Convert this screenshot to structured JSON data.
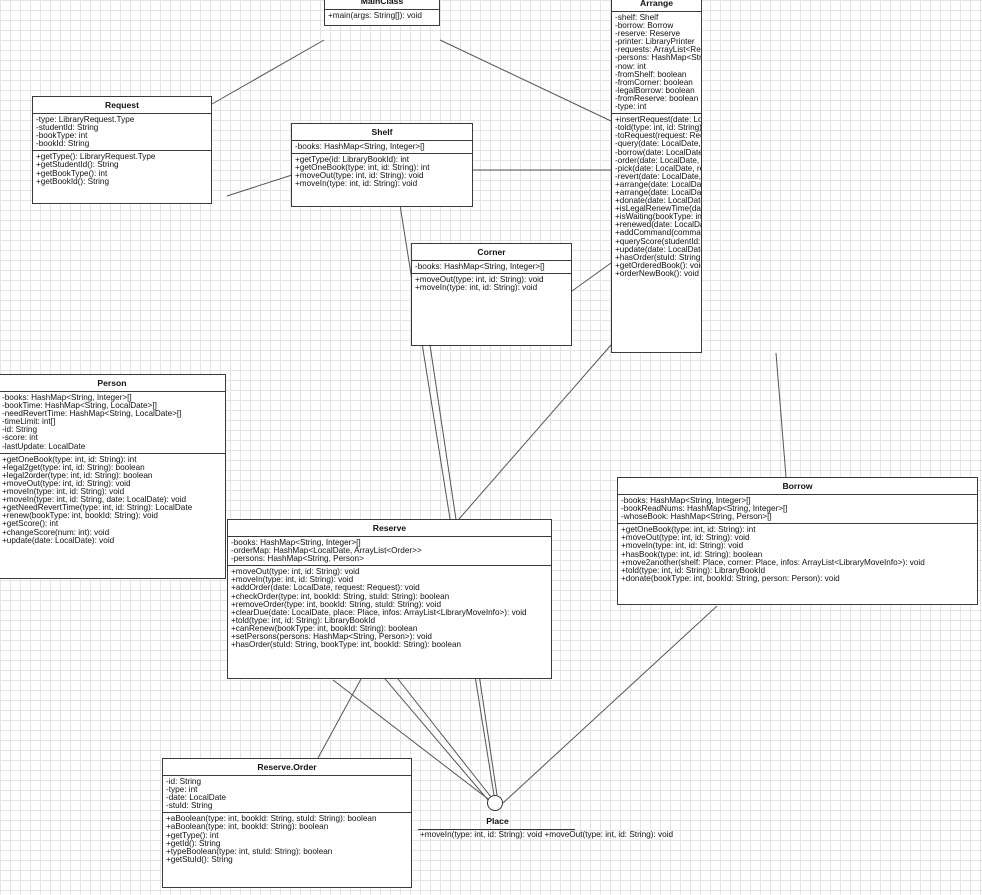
{
  "classes": [
    {
      "id": "mainclass",
      "title": "MainClass",
      "attributes": [],
      "methods": [
        "+main(args: String[]): void"
      ]
    },
    {
      "id": "arrange",
      "title": "Arrange",
      "attributes": [
        "-shelf: Shelf",
        "-borrow: Borrow",
        "-reserve: Reserve",
        "-printer: LibraryPrinter",
        "-requests: ArrayList<Request>",
        "-persons: HashMap<String, Person>",
        "-now: int",
        "-fromShelf: boolean",
        "-fromCorner: boolean",
        "-legalBorrow: boolean",
        "-fromReserve: boolean",
        "-type: int"
      ],
      "methods": [
        "+insertRequest(date: LocalDate, request: Request): void",
        "-told(type: int, id: String): LibraryBookId",
        "-toRequest(request: Request): LibraryRequest",
        "-query(date: LocalDate, request: Request): void",
        "-borrow(date: LocalDate, request: Request): void",
        "-order(date: LocalDate, request: Request): void",
        "-pick(date: LocalDate, request: Request): void",
        "-revert(date: LocalDate, request: Request): void",
        "+arrange(date: LocalDate): void",
        "+arrange(date: LocalDate, type: int): void",
        "+donate(date: LocalDate, request: Request): void",
        "+isLegalRenewTime(date: LocalDate, request: Request): boolean",
        "+isWaiting(bookType: int, bookId: String): boolean",
        "+renewed(date: LocalDate, request: Request): void",
        "+addCommand(command: LibraryCommand): void",
        "+queryScore(studentId: String, command: LibraryCommand): void",
        "+update(date: LocalDate): void",
        "+hasOrder(stuId: String, bookType: int, bookId: String): boolean",
        "+getOrderedBook(): void",
        "+orderNewBook(): void"
      ]
    },
    {
      "id": "request",
      "title": "Request",
      "attributes": [
        "-type: LibraryRequest.Type",
        "-studentId: String",
        "-bookType: int",
        "-bookId: String"
      ],
      "methods": [
        "+getType(): LibraryRequest.Type",
        "+getStudentId(): String",
        "+getBookType(): int",
        "+getBookId(): String"
      ]
    },
    {
      "id": "shelf",
      "title": "Shelf",
      "attributes": [
        "-books: HashMap<String, Integer>[]"
      ],
      "methods": [
        "+getType(id: LibraryBookId): int",
        "+getOneBook(type: int, id: String): int",
        "+moveOut(type: int, id: String): void",
        "+moveIn(type: int, id: String): void"
      ]
    },
    {
      "id": "corner",
      "title": "Corner",
      "attributes": [
        "-books: HashMap<String, Integer>[]"
      ],
      "methods": [
        "+moveOut(type: int, id: String): void",
        "+moveIn(type: int, id: String): void"
      ]
    },
    {
      "id": "person",
      "title": "Person",
      "attributes": [
        "-books: HashMap<String, Integer>[]",
        "-bookTime: HashMap<String, LocalDate>[]",
        "-needRevertTime: HashMap<String, LocalDate>[]",
        "-timeLimit: int[]",
        "-id: String",
        "-score: int",
        "-lastUpdate: LocalDate"
      ],
      "methods": [
        "+getOneBook(type: int, id: String): int",
        "+legal2get(type: int, id: String): boolean",
        "+legal2order(type: int, id: String): boolean",
        "+moveOut(type: int, id: String): void",
        "+moveIn(type: int, id: String): void",
        "+moveIn(type: int, id: String, date: LocalDate): void",
        "+getNeedRevertTime(type: int, id: String): LocalDate",
        "+renew(bookType: int, bookId: String): void",
        "+getScore(): int",
        "+changeScore(num: int): void",
        "+update(date: LocalDate): void"
      ]
    },
    {
      "id": "borrow",
      "title": "Borrow",
      "attributes": [
        "-books: HashMap<String, Integer>[]",
        "-bookReadNums: HashMap<String, Integer>[]",
        "-whoseBook: HashMap<String, Person>[]"
      ],
      "methods": [
        "+getOneBook(type: int, id: String): int",
        "+moveOut(type: int, id: String): void",
        "+moveIn(type: int, id: String): void",
        "+hasBook(type: int, id: String): boolean",
        "+move2another(shelf: Place, corner: Place, infos: ArrayList<LibraryMoveInfo>): void",
        "+told(type: int, id: String): LibraryBookId",
        "+donate(bookType: int, bookId: String, person: Person): void"
      ]
    },
    {
      "id": "reserve",
      "title": "Reserve",
      "attributes": [
        "-books: HashMap<String, Integer>[]",
        "-orderMap: HashMap<LocalDate, ArrayList<Order>>",
        "-persons: HashMap<String, Person>"
      ],
      "methods": [
        "+moveOut(type: int, id: String): void",
        "+moveIn(type: int, id: String): void",
        "+addOrder(date: LocalDate, request: Request): void",
        "+checkOrder(type: int, bookId: String, stuId: String): boolean",
        "+removeOrder(type: int, bookId: String, stuId: String): void",
        "+clearDue(date: LocalDate, place: Place, infos: ArrayList<LibraryMoveInfo>): void",
        "+told(type: int, id: String): LibraryBookId",
        "+canRenew(bookType: int, bookId: String): boolean",
        "+setPersons(persons: HashMap<String, Person>): void",
        "+hasOrder(stuId: String, bookType: int, bookId: String): boolean"
      ]
    },
    {
      "id": "reserve-order",
      "title": "Reserve.Order",
      "attributes": [
        "-id: String",
        "-type: int",
        "-date: LocalDate",
        "-stuId: String"
      ],
      "methods": [
        "+aBoolean(type: int, bookId: String, stuId: String): boolean",
        "+aBoolean(type: int, bookId: String): boolean",
        "+getType(): int",
        "+getId(): String",
        "+typeBoolean(type: int, stuId: String): boolean",
        "+getStuId(): String"
      ]
    }
  ],
  "place": {
    "title": "Place",
    "methods": [
      "+moveIn(type: int, id: String): void",
      "+moveOut(type: int, id: String): void"
    ]
  },
  "colors": {
    "line": "#555555",
    "border": "#3a3a3a",
    "grid": "#e4e4e4"
  }
}
